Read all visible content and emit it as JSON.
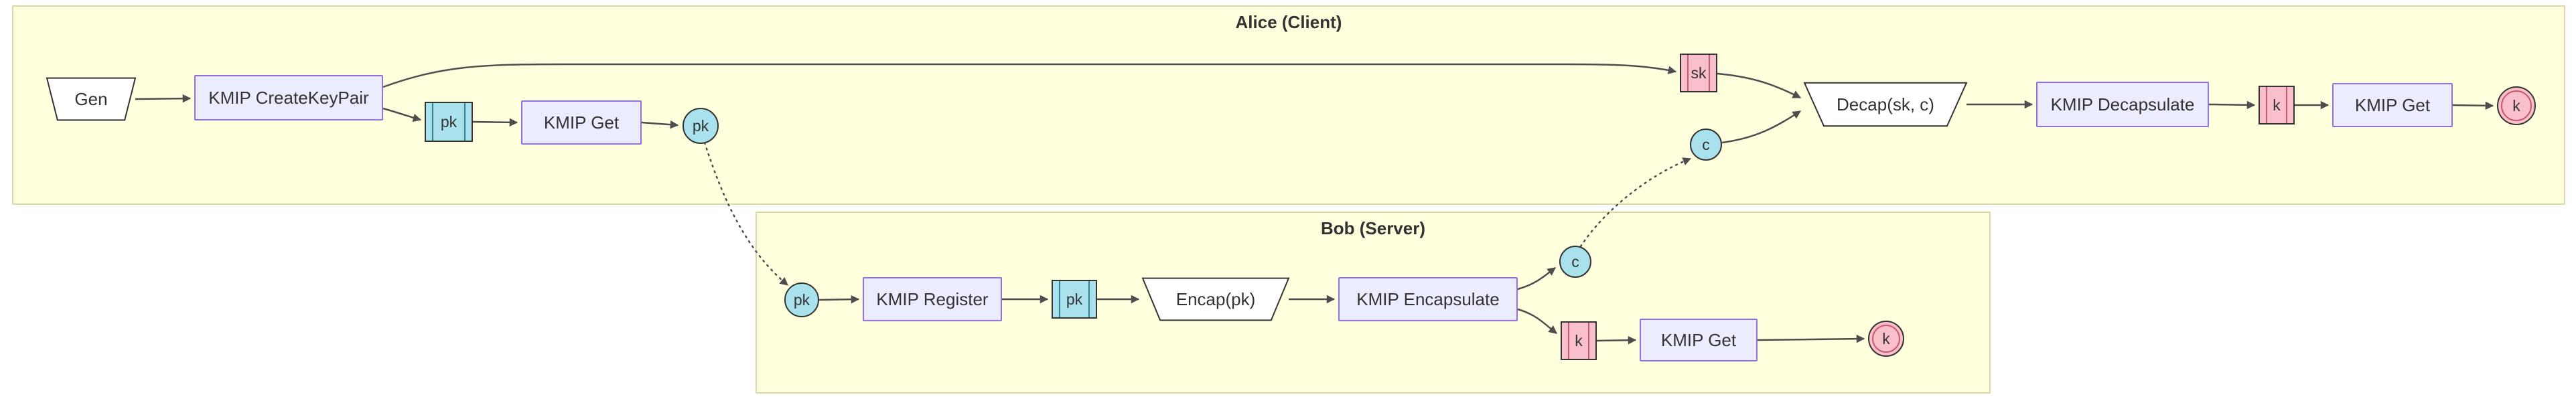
{
  "diagram": {
    "alice": {
      "title": "Alice (Client)",
      "gen": "Gen",
      "create_keypair": "KMIP CreateKeyPair",
      "pk_store": "pk",
      "kmip_get_pk": "KMIP Get",
      "pk_out": "pk",
      "sk_store": "sk",
      "c_in": "c",
      "decap": "Decap(sk, c)",
      "kmip_decapsulate": "KMIP Decapsulate",
      "k_store": "k",
      "kmip_get_k": "KMIP Get",
      "k_final": "k"
    },
    "bob": {
      "title": "Bob (Server)",
      "pk_in": "pk",
      "kmip_register": "KMIP Register",
      "pk_store": "pk",
      "encap": "Encap(pk)",
      "kmip_encapsulate": "KMIP Encapsulate",
      "c_out": "c",
      "k_store": "k",
      "kmip_get": "KMIP Get",
      "k_final": "k"
    },
    "edges": [
      {
        "from": "Gen",
        "to": "KMIP CreateKeyPair",
        "style": "solid"
      },
      {
        "from": "KMIP CreateKeyPair",
        "to": "sk (Alice)",
        "style": "solid"
      },
      {
        "from": "KMIP CreateKeyPair",
        "to": "pk (Alice)",
        "style": "solid"
      },
      {
        "from": "pk (Alice)",
        "to": "KMIP Get (Alice pk)",
        "style": "solid"
      },
      {
        "from": "KMIP Get (Alice pk)",
        "to": "pk out (Alice)",
        "style": "solid"
      },
      {
        "from": "pk out (Alice)",
        "to": "pk in (Bob)",
        "style": "dotted"
      },
      {
        "from": "pk in (Bob)",
        "to": "KMIP Register",
        "style": "solid"
      },
      {
        "from": "KMIP Register",
        "to": "pk (Bob)",
        "style": "solid"
      },
      {
        "from": "pk (Bob)",
        "to": "Encap(pk)",
        "style": "solid"
      },
      {
        "from": "Encap(pk)",
        "to": "KMIP Encapsulate",
        "style": "solid"
      },
      {
        "from": "KMIP Encapsulate",
        "to": "c (Bob)",
        "style": "solid"
      },
      {
        "from": "KMIP Encapsulate",
        "to": "k (Bob)",
        "style": "solid"
      },
      {
        "from": "k (Bob)",
        "to": "KMIP Get (Bob)",
        "style": "solid"
      },
      {
        "from": "KMIP Get (Bob)",
        "to": "k final (Bob)",
        "style": "solid"
      },
      {
        "from": "c (Bob)",
        "to": "c (Alice)",
        "style": "dotted"
      },
      {
        "from": "sk (Alice)",
        "to": "Decap(sk, c)",
        "style": "solid"
      },
      {
        "from": "c (Alice)",
        "to": "Decap(sk, c)",
        "style": "solid"
      },
      {
        "from": "Decap(sk, c)",
        "to": "KMIP Decapsulate",
        "style": "solid"
      },
      {
        "from": "KMIP Decapsulate",
        "to": "k (Alice)",
        "style": "solid"
      },
      {
        "from": "k (Alice)",
        "to": "KMIP Get (Alice k)",
        "style": "solid"
      },
      {
        "from": "KMIP Get (Alice k)",
        "to": "k final (Alice)",
        "style": "solid"
      }
    ],
    "colors": {
      "cluster_fill": "#ffffde",
      "cluster_border": "#d8d8a8",
      "operation_fill": "#ececff",
      "operation_border": "#9370db",
      "public_key_fill": "#a9e2ec",
      "public_key_border": "#2e7f8f",
      "secret_key_fill": "#f9c0cb",
      "secret_key_border": "#c5596c",
      "shape_fill": "#ffffff",
      "shape_border": "#333333",
      "edge": "#4d4d4d"
    }
  }
}
